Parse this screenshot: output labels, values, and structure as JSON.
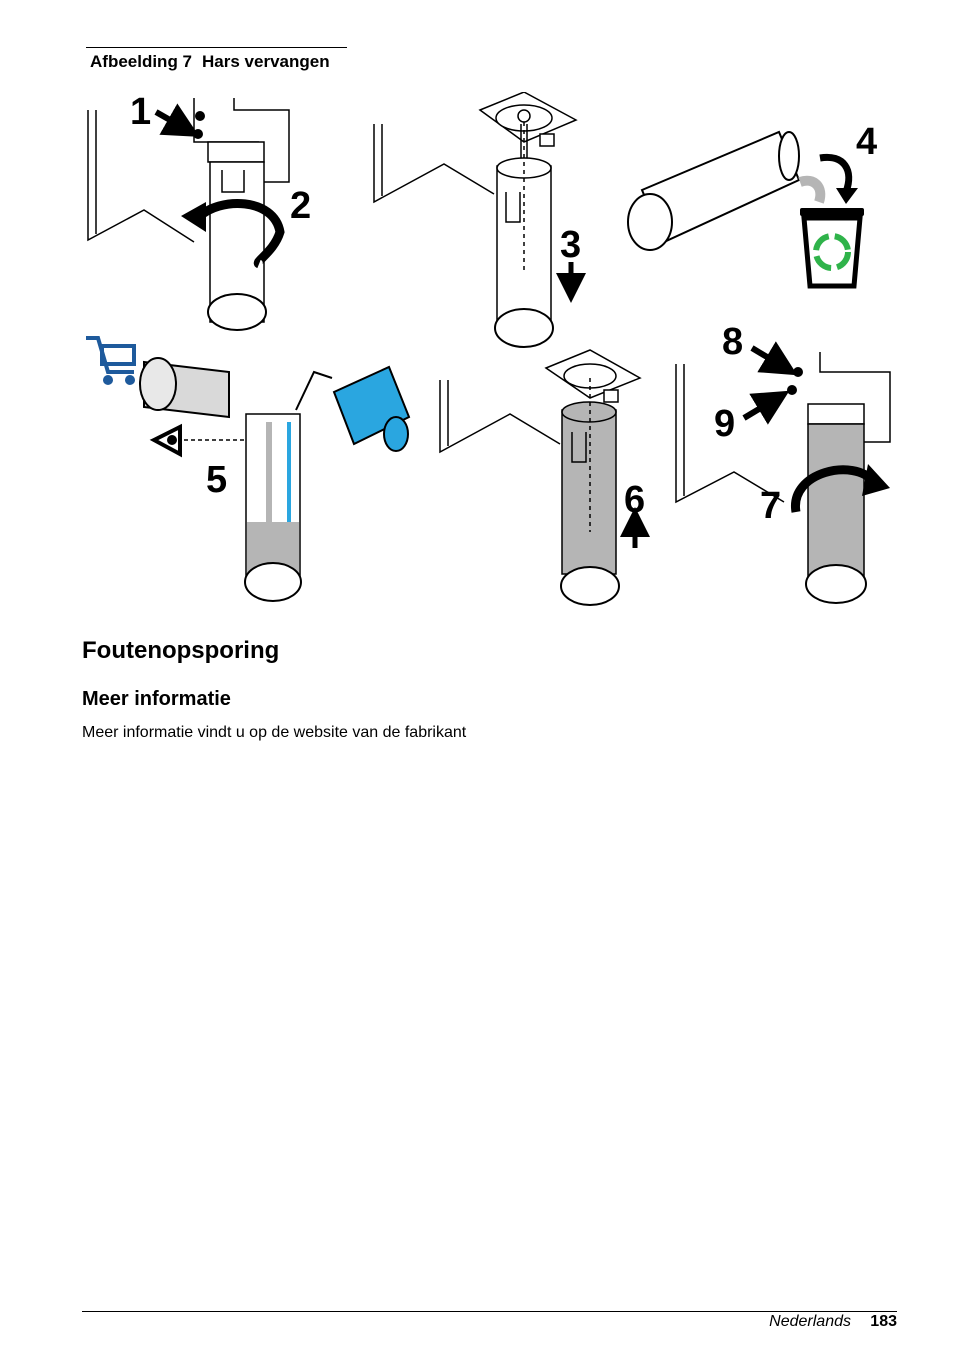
{
  "figure": {
    "label": "Afbeelding 7",
    "title": "Hars vervangen",
    "steps": [
      "1",
      "2",
      "3",
      "4",
      "5",
      "6",
      "7",
      "8",
      "9"
    ],
    "colors": {
      "resin_blue": "#2aa6e0",
      "recycle_green": "#2fb34a",
      "cart_blue": "#1e5a9c",
      "gray_fill": "#b5b5b5"
    },
    "icons": [
      "rotate-arrow-icon",
      "down-arrow-icon",
      "up-arrow-icon",
      "recycle-bin-icon",
      "shopping-cart-icon",
      "eye-icon"
    ]
  },
  "section": {
    "title": "Foutenopsporing"
  },
  "subsection": {
    "title": "Meer informatie",
    "body": "Meer informatie vindt u op de website van de fabrikant"
  },
  "footer": {
    "language": "Nederlands",
    "page": "183"
  }
}
